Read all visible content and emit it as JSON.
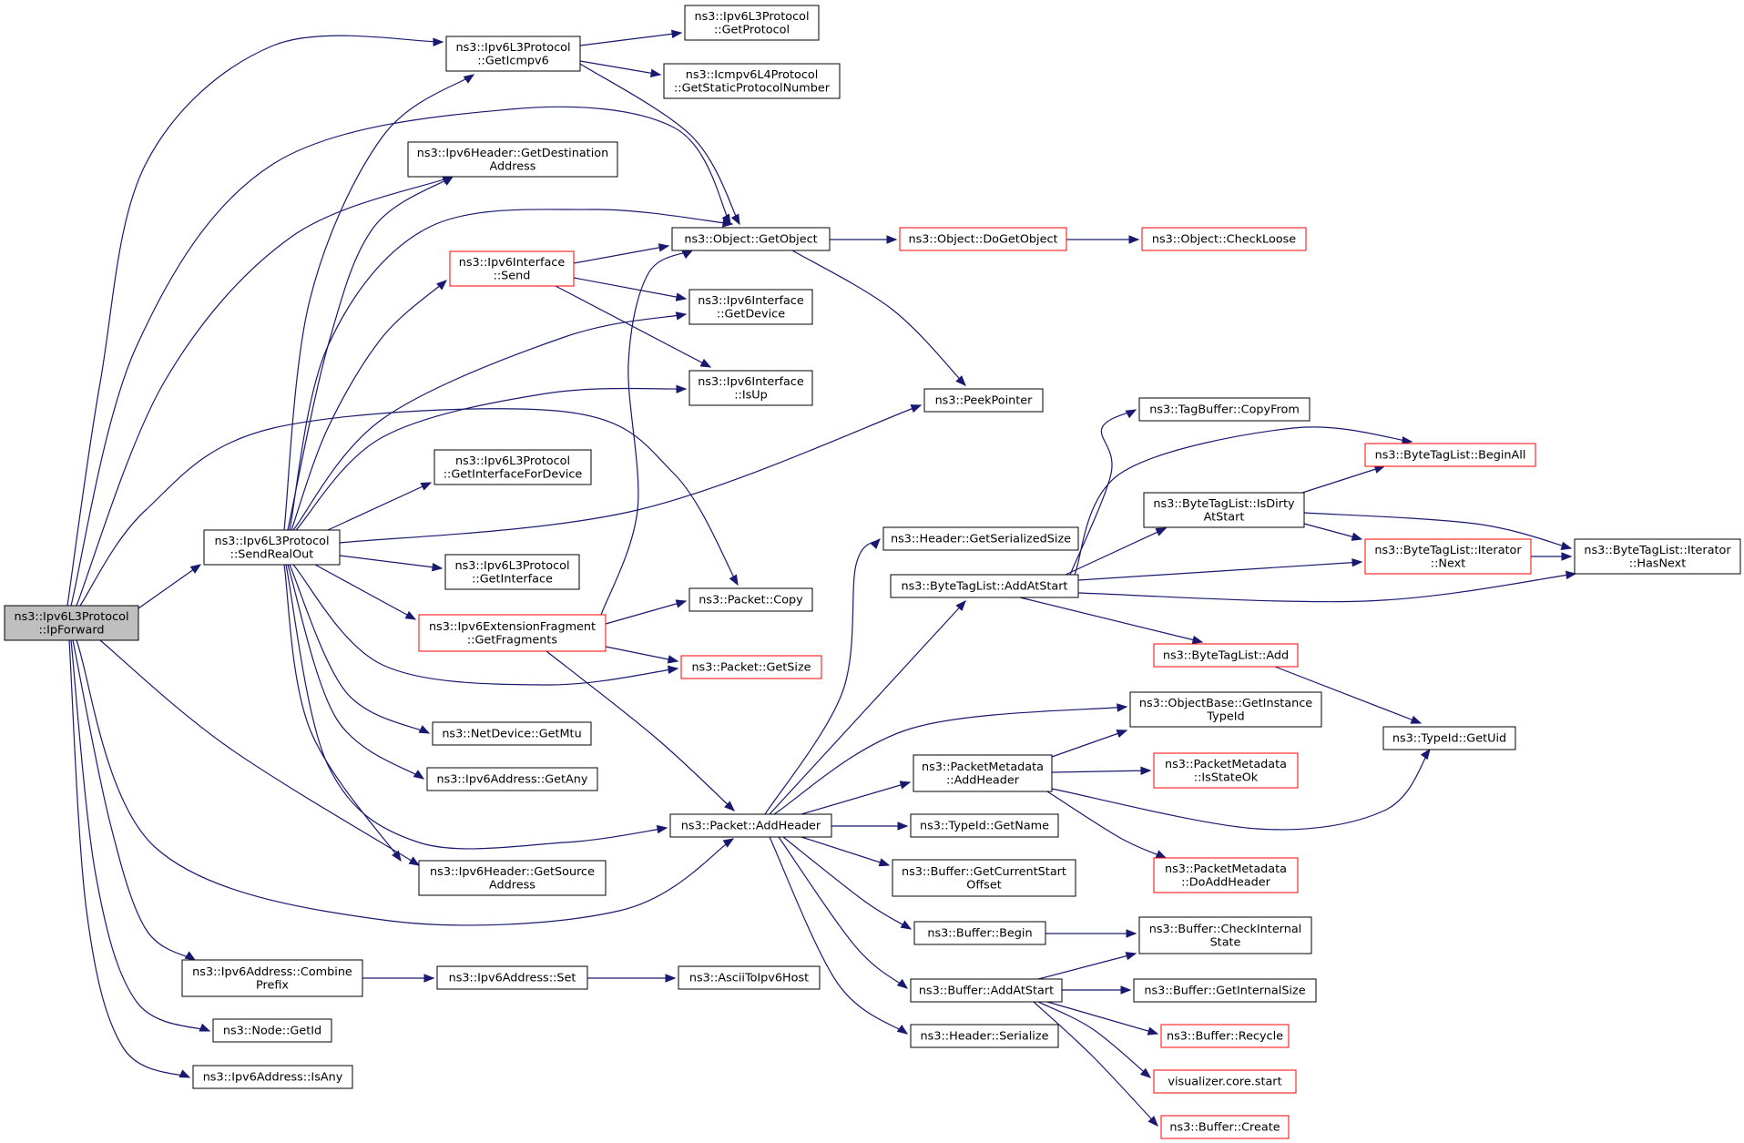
{
  "graph": {
    "type": "call-graph",
    "root": "IpForward",
    "colors": {
      "edge": "#191970",
      "normal_border": "#000000",
      "truncated_border": "#ff0000",
      "root_fill": "#bfbfbf",
      "node_fill": "#ffffff"
    },
    "nodes": [
      {
        "id": "IpForward",
        "lines": [
          "ns3::Ipv6L3Protocol",
          "::IpForward"
        ],
        "style": "root"
      },
      {
        "id": "SendRealOut",
        "lines": [
          "ns3::Ipv6L3Protocol",
          "::SendRealOut"
        ],
        "style": "normal"
      },
      {
        "id": "GetIcmpv6",
        "lines": [
          "ns3::Ipv6L3Protocol",
          "::GetIcmpv6"
        ],
        "style": "normal"
      },
      {
        "id": "GetProtocol",
        "lines": [
          "ns3::Ipv6L3Protocol",
          "::GetProtocol"
        ],
        "style": "normal"
      },
      {
        "id": "GetStaticProtocolNumber",
        "lines": [
          "ns3::Icmpv6L4Protocol",
          "::GetStaticProtocolNumber"
        ],
        "style": "normal"
      },
      {
        "id": "GetDestinationAddress",
        "lines": [
          "ns3::Ipv6Header::GetDestination",
          "Address"
        ],
        "style": "normal"
      },
      {
        "id": "GetObject",
        "lines": [
          "ns3::Object::GetObject"
        ],
        "style": "normal"
      },
      {
        "id": "DoGetObject",
        "lines": [
          "ns3::Object::DoGetObject"
        ],
        "style": "truncated"
      },
      {
        "id": "CheckLoose",
        "lines": [
          "ns3::Object::CheckLoose"
        ],
        "style": "truncated"
      },
      {
        "id": "InterfaceSend",
        "lines": [
          "ns3::Ipv6Interface",
          "::Send"
        ],
        "style": "truncated"
      },
      {
        "id": "GetDevice",
        "lines": [
          "ns3::Ipv6Interface",
          "::GetDevice"
        ],
        "style": "normal"
      },
      {
        "id": "IsUp",
        "lines": [
          "ns3::Ipv6Interface",
          "::IsUp"
        ],
        "style": "normal"
      },
      {
        "id": "PeekPointer",
        "lines": [
          "ns3::PeekPointer"
        ],
        "style": "normal"
      },
      {
        "id": "GetInterfaceForDevice",
        "lines": [
          "ns3::Ipv6L3Protocol",
          "::GetInterfaceForDevice"
        ],
        "style": "normal"
      },
      {
        "id": "GetInterface",
        "lines": [
          "ns3::Ipv6L3Protocol",
          "::GetInterface"
        ],
        "style": "normal"
      },
      {
        "id": "GetFragments",
        "lines": [
          "ns3::Ipv6ExtensionFragment",
          "::GetFragments"
        ],
        "style": "truncated"
      },
      {
        "id": "PacketCopy",
        "lines": [
          "ns3::Packet::Copy"
        ],
        "style": "normal"
      },
      {
        "id": "PacketGetSize",
        "lines": [
          "ns3::Packet::GetSize"
        ],
        "style": "truncated"
      },
      {
        "id": "GetMtu",
        "lines": [
          "ns3::NetDevice::GetMtu"
        ],
        "style": "normal"
      },
      {
        "id": "GetAny",
        "lines": [
          "ns3::Ipv6Address::GetAny"
        ],
        "style": "normal"
      },
      {
        "id": "GetSourceAddress",
        "lines": [
          "ns3::Ipv6Header::GetSource",
          "Address"
        ],
        "style": "normal"
      },
      {
        "id": "PacketAddHeader",
        "lines": [
          "ns3::Packet::AddHeader"
        ],
        "style": "normal"
      },
      {
        "id": "CombinePrefix",
        "lines": [
          "ns3::Ipv6Address::Combine",
          "Prefix"
        ],
        "style": "normal"
      },
      {
        "id": "AddressSet",
        "lines": [
          "ns3::Ipv6Address::Set"
        ],
        "style": "normal"
      },
      {
        "id": "AsciiToIpv6Host",
        "lines": [
          "ns3::AsciiToIpv6Host"
        ],
        "style": "normal"
      },
      {
        "id": "NodeGetId",
        "lines": [
          "ns3::Node::GetId"
        ],
        "style": "normal"
      },
      {
        "id": "IsAny",
        "lines": [
          "ns3::Ipv6Address::IsAny"
        ],
        "style": "normal"
      },
      {
        "id": "GetSerializedSize",
        "lines": [
          "ns3::Header::GetSerializedSize"
        ],
        "style": "normal"
      },
      {
        "id": "BTLAddAtStart",
        "lines": [
          "ns3::ByteTagList::AddAtStart"
        ],
        "style": "normal"
      },
      {
        "id": "CopyFrom",
        "lines": [
          "ns3::TagBuffer::CopyFrom"
        ],
        "style": "normal"
      },
      {
        "id": "BeginAll",
        "lines": [
          "ns3::ByteTagList::BeginAll"
        ],
        "style": "truncated"
      },
      {
        "id": "IsDirtyAtStart",
        "lines": [
          "ns3::ByteTagList::IsDirty",
          "AtStart"
        ],
        "style": "normal"
      },
      {
        "id": "IteratorNext",
        "lines": [
          "ns3::ByteTagList::Iterator",
          "::Next"
        ],
        "style": "truncated"
      },
      {
        "id": "HasNext",
        "lines": [
          "ns3::ByteTagList::Iterator",
          "::HasNext"
        ],
        "style": "normal"
      },
      {
        "id": "BTLAdd",
        "lines": [
          "ns3::ByteTagList::Add"
        ],
        "style": "truncated"
      },
      {
        "id": "GetInstanceTypeId",
        "lines": [
          "ns3::ObjectBase::GetInstance",
          "TypeId"
        ],
        "style": "normal"
      },
      {
        "id": "GetUid",
        "lines": [
          "ns3::TypeId::GetUid"
        ],
        "style": "normal"
      },
      {
        "id": "PMAddHeader",
        "lines": [
          "ns3::PacketMetadata",
          "::AddHeader"
        ],
        "style": "normal"
      },
      {
        "id": "IsStateOk",
        "lines": [
          "ns3::PacketMetadata",
          "::IsStateOk"
        ],
        "style": "truncated"
      },
      {
        "id": "TypeIdGetName",
        "lines": [
          "ns3::TypeId::GetName"
        ],
        "style": "normal"
      },
      {
        "id": "GetCurrentStartOffset",
        "lines": [
          "ns3::Buffer::GetCurrentStart",
          "Offset"
        ],
        "style": "normal"
      },
      {
        "id": "DoAddHeader",
        "lines": [
          "ns3::PacketMetadata",
          "::DoAddHeader"
        ],
        "style": "truncated"
      },
      {
        "id": "BufferBegin",
        "lines": [
          "ns3::Buffer::Begin"
        ],
        "style": "normal"
      },
      {
        "id": "CheckInternalState",
        "lines": [
          "ns3::Buffer::CheckInternal",
          "State"
        ],
        "style": "normal"
      },
      {
        "id": "BufferAddAtStart",
        "lines": [
          "ns3::Buffer::AddAtStart"
        ],
        "style": "normal"
      },
      {
        "id": "GetInternalSize",
        "lines": [
          "ns3::Buffer::GetInternalSize"
        ],
        "style": "normal"
      },
      {
        "id": "Recycle",
        "lines": [
          "ns3::Buffer::Recycle"
        ],
        "style": "truncated"
      },
      {
        "id": "VisualizerStart",
        "lines": [
          "visualizer.core.start"
        ],
        "style": "truncated"
      },
      {
        "id": "BufferCreate",
        "lines": [
          "ns3::Buffer::Create"
        ],
        "style": "truncated"
      },
      {
        "id": "HeaderSerialize",
        "lines": [
          "ns3::Header::Serialize"
        ],
        "style": "normal"
      }
    ],
    "edges": [
      [
        "IpForward",
        "GetIcmpv6"
      ],
      [
        "IpForward",
        "GetObject"
      ],
      [
        "IpForward",
        "GetDestinationAddress"
      ],
      [
        "IpForward",
        "PacketCopy"
      ],
      [
        "IpForward",
        "SendRealOut"
      ],
      [
        "IpForward",
        "GetSourceAddress"
      ],
      [
        "IpForward",
        "PacketAddHeader"
      ],
      [
        "IpForward",
        "CombinePrefix"
      ],
      [
        "IpForward",
        "NodeGetId"
      ],
      [
        "IpForward",
        "IsAny"
      ],
      [
        "GetIcmpv6",
        "GetProtocol"
      ],
      [
        "GetIcmpv6",
        "GetStaticProtocolNumber"
      ],
      [
        "GetIcmpv6",
        "GetObject"
      ],
      [
        "SendRealOut",
        "GetIcmpv6"
      ],
      [
        "SendRealOut",
        "GetDestinationAddress"
      ],
      [
        "SendRealOut",
        "GetObject"
      ],
      [
        "SendRealOut",
        "InterfaceSend"
      ],
      [
        "SendRealOut",
        "GetDevice"
      ],
      [
        "SendRealOut",
        "IsUp"
      ],
      [
        "SendRealOut",
        "PeekPointer"
      ],
      [
        "SendRealOut",
        "GetInterfaceForDevice"
      ],
      [
        "SendRealOut",
        "GetInterface"
      ],
      [
        "SendRealOut",
        "GetFragments"
      ],
      [
        "SendRealOut",
        "PacketGetSize"
      ],
      [
        "SendRealOut",
        "GetMtu"
      ],
      [
        "SendRealOut",
        "GetAny"
      ],
      [
        "SendRealOut",
        "GetSourceAddress"
      ],
      [
        "SendRealOut",
        "PacketAddHeader"
      ],
      [
        "GetObject",
        "DoGetObject"
      ],
      [
        "GetObject",
        "PeekPointer"
      ],
      [
        "DoGetObject",
        "CheckLoose"
      ],
      [
        "InterfaceSend",
        "GetObject"
      ],
      [
        "InterfaceSend",
        "GetDevice"
      ],
      [
        "InterfaceSend",
        "IsUp"
      ],
      [
        "GetFragments",
        "GetObject"
      ],
      [
        "GetFragments",
        "PacketCopy"
      ],
      [
        "GetFragments",
        "PacketGetSize"
      ],
      [
        "GetFragments",
        "PacketAddHeader"
      ],
      [
        "CombinePrefix",
        "AddressSet"
      ],
      [
        "AddressSet",
        "AsciiToIpv6Host"
      ],
      [
        "PacketAddHeader",
        "GetSerializedSize"
      ],
      [
        "PacketAddHeader",
        "BTLAddAtStart"
      ],
      [
        "PacketAddHeader",
        "GetInstanceTypeId"
      ],
      [
        "PacketAddHeader",
        "PMAddHeader"
      ],
      [
        "PacketAddHeader",
        "TypeIdGetName"
      ],
      [
        "PacketAddHeader",
        "GetCurrentStartOffset"
      ],
      [
        "PacketAddHeader",
        "BufferBegin"
      ],
      [
        "PacketAddHeader",
        "BufferAddAtStart"
      ],
      [
        "PacketAddHeader",
        "HeaderSerialize"
      ],
      [
        "BTLAddAtStart",
        "CopyFrom"
      ],
      [
        "BTLAddAtStart",
        "BeginAll"
      ],
      [
        "BTLAddAtStart",
        "IsDirtyAtStart"
      ],
      [
        "BTLAddAtStart",
        "IteratorNext"
      ],
      [
        "BTLAddAtStart",
        "HasNext"
      ],
      [
        "BTLAddAtStart",
        "BTLAdd"
      ],
      [
        "IsDirtyAtStart",
        "BeginAll"
      ],
      [
        "IsDirtyAtStart",
        "IteratorNext"
      ],
      [
        "IsDirtyAtStart",
        "HasNext"
      ],
      [
        "IteratorNext",
        "HasNext"
      ],
      [
        "BTLAdd",
        "GetUid"
      ],
      [
        "PMAddHeader",
        "GetInstanceTypeId"
      ],
      [
        "PMAddHeader",
        "IsStateOk"
      ],
      [
        "PMAddHeader",
        "GetUid"
      ],
      [
        "PMAddHeader",
        "DoAddHeader"
      ],
      [
        "BufferBegin",
        "CheckInternalState"
      ],
      [
        "BufferAddAtStart",
        "CheckInternalState"
      ],
      [
        "BufferAddAtStart",
        "GetInternalSize"
      ],
      [
        "BufferAddAtStart",
        "Recycle"
      ],
      [
        "BufferAddAtStart",
        "VisualizerStart"
      ],
      [
        "BufferAddAtStart",
        "BufferCreate"
      ]
    ]
  }
}
